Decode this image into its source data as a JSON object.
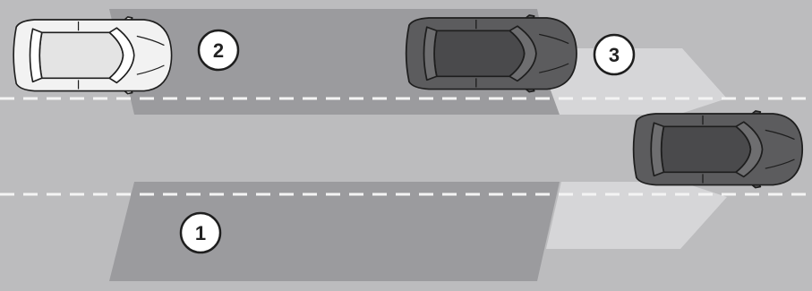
{
  "figure": {
    "callouts": [
      {
        "id": "1",
        "label": "1"
      },
      {
        "id": "2",
        "label": "2"
      },
      {
        "id": "3",
        "label": "3"
      }
    ],
    "colors": {
      "road": "#bcbcbe",
      "lane_marking": "#f4f4f4",
      "detection_zone": "#9b9b9e",
      "approach_zone": "#d6d6d8",
      "car_light": "#f2f2f2",
      "car_dark": "#5c5c5e",
      "outline": "#1e1e1e",
      "badge_fill": "#ffffff"
    },
    "vehicles": [
      {
        "id": "own-vehicle",
        "shade": "light"
      },
      {
        "id": "adjacent-lane-vehicle",
        "shade": "dark"
      },
      {
        "id": "ahead-vehicle",
        "shade": "dark"
      }
    ]
  }
}
